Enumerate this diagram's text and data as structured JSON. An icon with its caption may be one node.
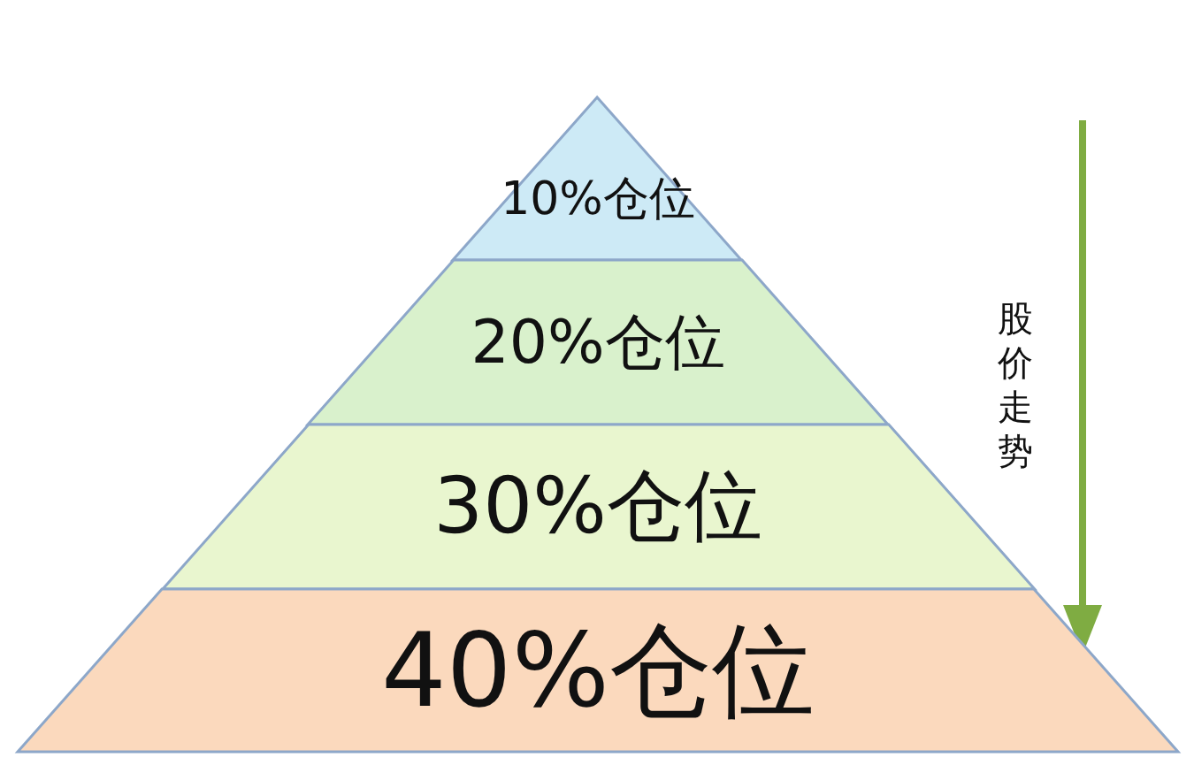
{
  "diagram": {
    "nodes": [
      {
        "text": [
          "10%仓位"
        ]
      },
      {
        "text": [
          "20%仓位"
        ]
      },
      {
        "text": [
          "30%仓位"
        ]
      },
      {
        "text": [
          "40%仓位"
        ]
      }
    ],
    "labels": [
      "股价走势"
    ]
  }
}
